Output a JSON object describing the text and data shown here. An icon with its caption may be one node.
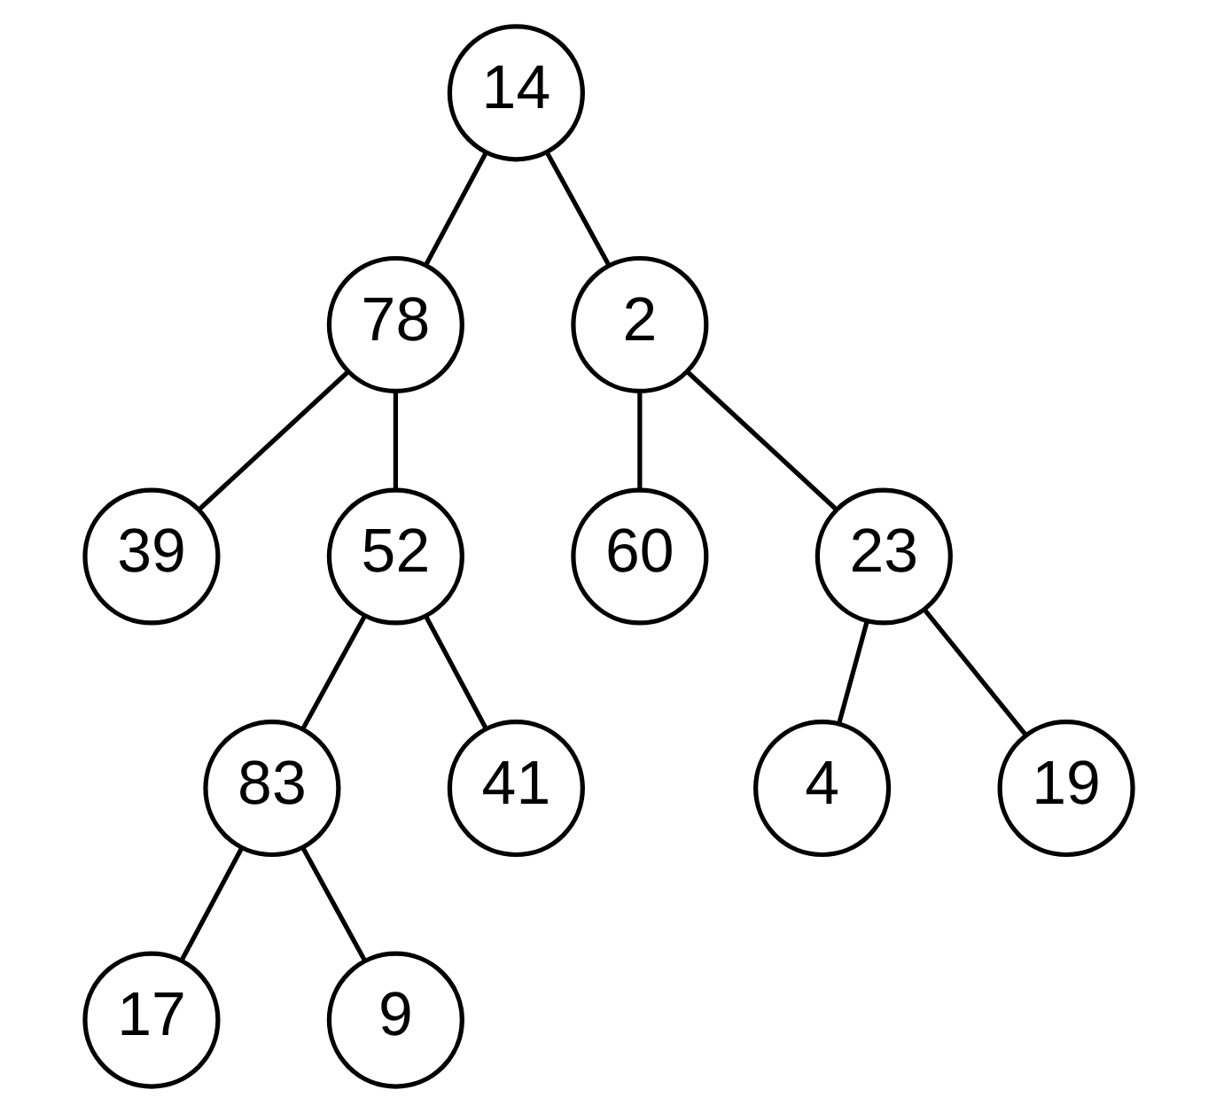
{
  "diagram": {
    "nodes": [
      {
        "text": [
          "14"
        ]
      },
      {
        "text": [
          "78"
        ]
      },
      {
        "text": [
          "2"
        ]
      },
      {
        "text": [
          "39"
        ]
      },
      {
        "text": [
          "52"
        ]
      },
      {
        "text": [
          "60"
        ]
      },
      {
        "text": [
          "23"
        ]
      },
      {
        "text": [
          "83"
        ]
      },
      {
        "text": [
          "41"
        ]
      },
      {
        "text": [
          "4"
        ]
      },
      {
        "text": [
          "19"
        ]
      },
      {
        "text": [
          "17"
        ]
      },
      {
        "text": [
          "9"
        ]
      }
    ],
    "edges": [
      {
        "from": 0,
        "to": 1,
        "arrow": "none"
      },
      {
        "from": 0,
        "to": 2,
        "arrow": "none"
      },
      {
        "from": 1,
        "to": 3,
        "arrow": "none"
      },
      {
        "from": 1,
        "to": 4,
        "arrow": "none"
      },
      {
        "from": 2,
        "to": 5,
        "arrow": "none"
      },
      {
        "from": 2,
        "to": 6,
        "arrow": "none"
      },
      {
        "from": 4,
        "to": 7,
        "arrow": "none"
      },
      {
        "from": 4,
        "to": 8,
        "arrow": "none"
      },
      {
        "from": 6,
        "to": 9,
        "arrow": "none"
      },
      {
        "from": 6,
        "to": 10,
        "arrow": "none"
      },
      {
        "from": 7,
        "to": 11,
        "arrow": "none"
      },
      {
        "from": 7,
        "to": 12,
        "arrow": "none"
      }
    ]
  }
}
